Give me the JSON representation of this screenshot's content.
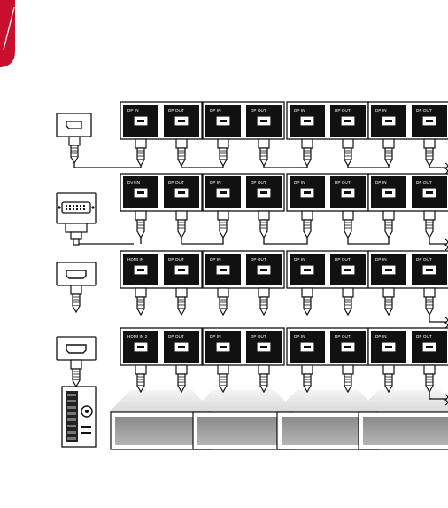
{
  "diagram": {
    "accent_color": "#c8102e",
    "rows": [
      {
        "source": "displayport-connector-icon",
        "monitors": [
          [
            "DP IN",
            "DP OUT"
          ],
          [
            "DP IN",
            "DP OUT"
          ],
          [
            "DP IN",
            "DP OUT"
          ],
          [
            "DP IN",
            "DP OUT"
          ]
        ]
      },
      {
        "source": "dvi-connector-icon",
        "monitors": [
          [
            "DVI IN",
            "DP OUT"
          ],
          [
            "DP IN",
            "DP OUT"
          ],
          [
            "DP IN",
            "DP OUT"
          ],
          [
            "DP IN",
            "DP OUT"
          ]
        ]
      },
      {
        "source": "hdmi-connector-icon",
        "monitors": [
          [
            "HDMI IN",
            "DP OUT"
          ],
          [
            "DP IN",
            "DP OUT"
          ],
          [
            "DP IN",
            "DP OUT"
          ],
          [
            "DP IN",
            "DP OUT"
          ]
        ]
      },
      {
        "source": "hdmi-connector-icon",
        "monitors": [
          [
            "HDMI IN 2",
            "DP OUT"
          ],
          [
            "DP IN",
            "DP OUT"
          ],
          [
            "DP IN",
            "DP OUT"
          ],
          [
            "DP IN",
            "DP OUT"
          ]
        ]
      }
    ],
    "pc_icon": "desktop-pc-icon",
    "screen_icon": "monitor-screen-icon"
  }
}
